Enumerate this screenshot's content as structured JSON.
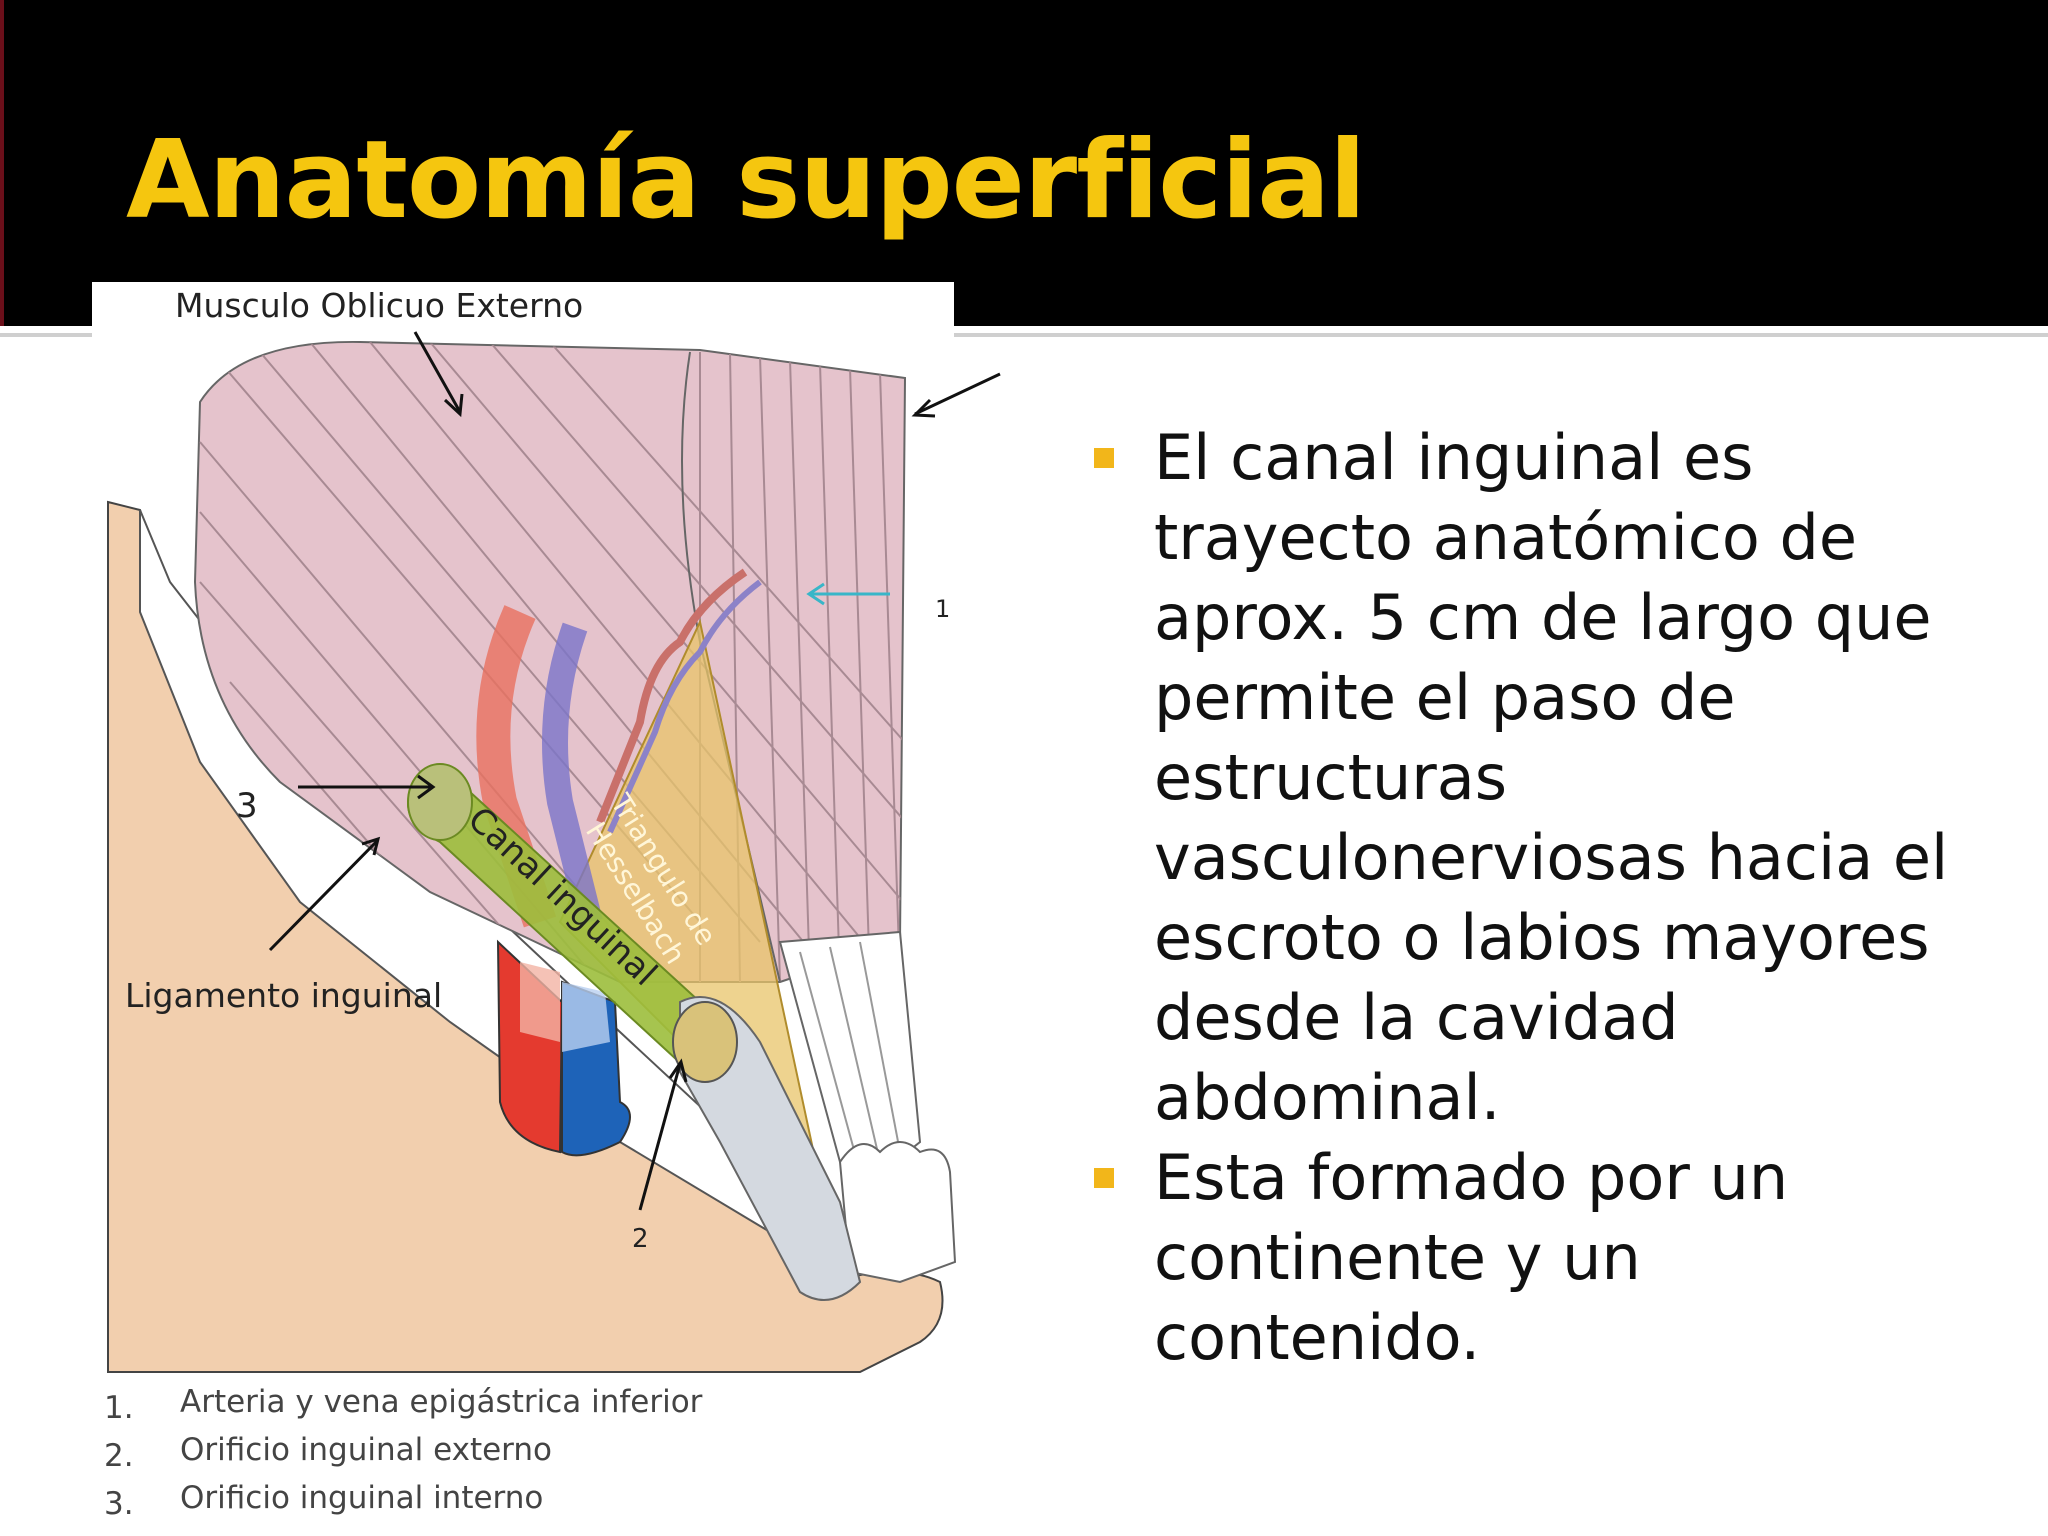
{
  "slide": {
    "title": "Anatomía superficial",
    "colors": {
      "header": "#000000",
      "title": "#f5c60f",
      "bullet_marker": "#f2b61a",
      "muscle": "#e5c3cc",
      "skin": "#f2cfae",
      "artery": "#e43a2f",
      "vein": "#1e63b8",
      "canal": "#9cbe3c",
      "triangle": "#e8c46a"
    }
  },
  "figure": {
    "labels": {
      "muscle": "Musculo Oblicuo Externo",
      "ligament": "Ligamento inguinal",
      "canal": "Canal inguinal",
      "triangle_line1": "Triangulo de",
      "triangle_line2": "Hesselbach",
      "num1": "1",
      "num2": "2",
      "num3": "3"
    }
  },
  "bullets": [
    {
      "lines": [
        "El canal inguinal es",
        "trayecto anatómico de",
        "aprox. 5 cm de largo que",
        "permite el paso de",
        "estructuras",
        "vasculonerviosas hacia el",
        "escroto o labios mayores",
        "desde la cavidad",
        "abdominal."
      ]
    },
    {
      "lines": [
        "Esta formado por un",
        "continente y un",
        "contenido."
      ]
    }
  ],
  "legend": [
    {
      "num": "1.",
      "text": "Arteria y vena epigástrica inferior"
    },
    {
      "num": "2.",
      "text": "Orificio inguinal externo"
    },
    {
      "num": "3.",
      "text": "Orificio inguinal interno"
    }
  ]
}
